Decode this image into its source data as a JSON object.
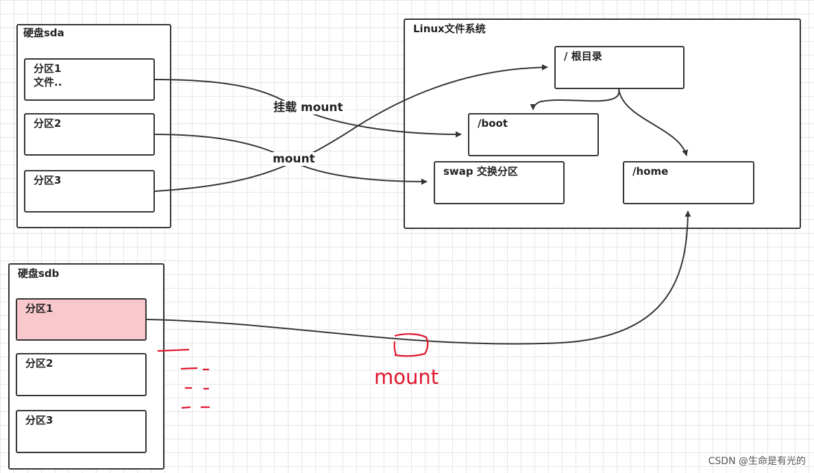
{
  "disk_sda": {
    "title": "硬盘sda",
    "partitions": [
      {
        "label": "分区1",
        "sub": "文件.."
      },
      {
        "label": "分区2"
      },
      {
        "label": "分区3"
      }
    ]
  },
  "linux_fs": {
    "title": "Linux文件系统",
    "root": "/ 根目录",
    "boot": "/boot",
    "swap": "swap 交换分区",
    "home": "/home"
  },
  "disk_sdb": {
    "title": "硬盘sdb",
    "partitions": [
      {
        "label": "分区1"
      },
      {
        "label": "分区2"
      },
      {
        "label": "分区3"
      }
    ]
  },
  "edges": {
    "mount_label_1": "挂载 mount",
    "mount_label_2": "mount"
  },
  "annotation": {
    "red_mount": "mount",
    "red_color": "#e0142a",
    "highlight_fill": "#f9c8cc"
  },
  "watermark": "CSDN @生命是有光的"
}
